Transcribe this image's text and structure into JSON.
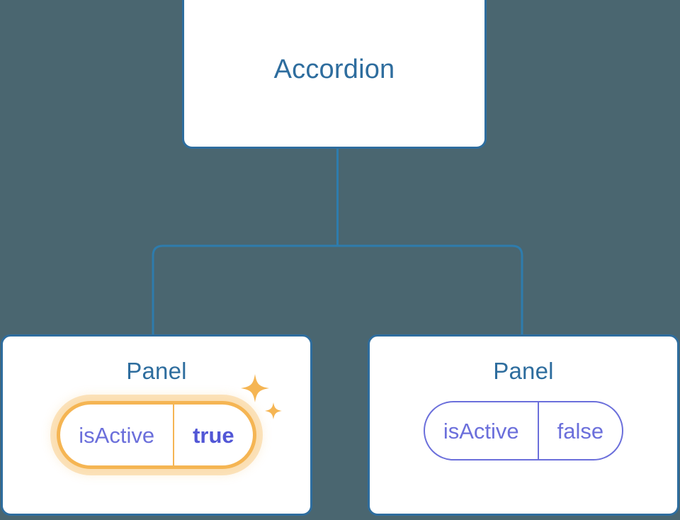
{
  "diagram": {
    "type": "component-tree",
    "background_color": "#4a6670",
    "node_border_color": "#2e6d9e",
    "node_title_color": "#2e6d9e",
    "connector_color": "#2e7cad",
    "highlight_color": "#f5b553",
    "prop_text_color": "#6b6fdb",
    "prop_changed_text_color": "#5257d6"
  },
  "root": {
    "title": "Accordion"
  },
  "children": [
    {
      "title": "Panel",
      "highlighted": true,
      "prop": {
        "key": "isActive",
        "value": "true"
      },
      "sparkle_large": "sparkle-icon",
      "sparkle_small": "sparkle-icon"
    },
    {
      "title": "Panel",
      "highlighted": false,
      "prop": {
        "key": "isActive",
        "value": "false"
      }
    }
  ]
}
